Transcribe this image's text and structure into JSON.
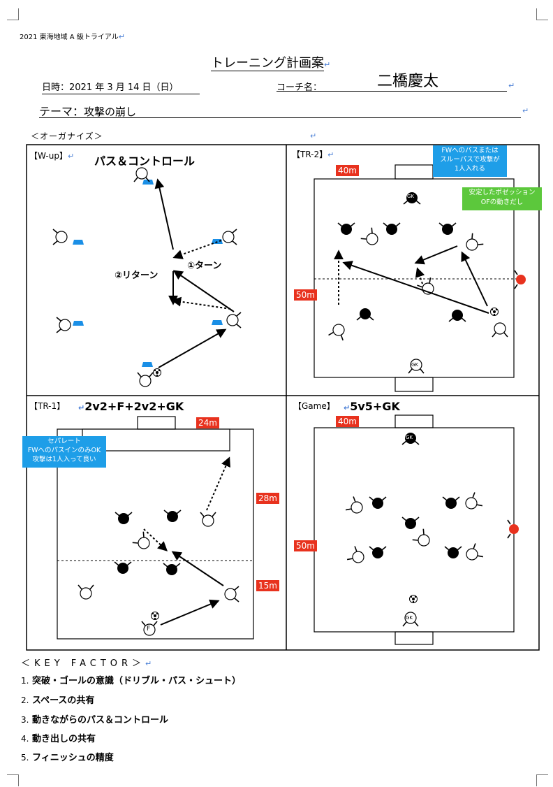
{
  "header_small": "2021 東海地域 A 級トライアル",
  "title": "トレーニング計画案",
  "date_label": "日時：2021 年 3 月 14 日（日）",
  "coach_label": "コーチ名：",
  "coach_name": "二橋慶太",
  "theme_label": "テーマ：",
  "theme_value": "攻撃の崩し",
  "organize_label": "＜オーガナイズ＞",
  "return_mark": "↵",
  "panels": {
    "wup": {
      "tag": "【W-up】",
      "title": "パス＆コントロール",
      "label_return": "②リターン",
      "label_turn": "①ターン"
    },
    "tr2": {
      "tag": "【TR-2】",
      "info_blue": [
        "FWへのパスまたは",
        "スルーパスで攻撃が",
        "1人入れる"
      ],
      "info_green": [
        "安定したポゼッション",
        "OFの動きだし"
      ],
      "dim_width": "40m",
      "dim_height": "50m",
      "gk": "GK"
    },
    "tr1": {
      "tag": "【TR-1】",
      "title": "2v2+F+2v2+GK",
      "info_blue": [
        "セパレート",
        "FWへのパスインのみOK",
        "攻撃は1人入って良い"
      ],
      "dim_width": "24m",
      "dim_height": "28m",
      "dim_lower": "15m",
      "f_label": "F"
    },
    "game": {
      "tag": "【Game】",
      "title": "5v5+GK",
      "dim_width": "40m",
      "dim_height": "50m",
      "gk": "GK"
    }
  },
  "key_factor": {
    "heading": "＜KEY FACTOR＞",
    "items": [
      {
        "num": "1.",
        "text": "突破・ゴールの意識（ドリブル・パス・シュート）"
      },
      {
        "num": "2.",
        "text": "スペースの共有"
      },
      {
        "num": "3.",
        "text": "動きながらのパス＆コントロール"
      },
      {
        "num": "4.",
        "text": "動き出しの共有"
      },
      {
        "num": "5.",
        "text": "フィニッシュの精度"
      }
    ]
  },
  "colors": {
    "red": "#e8321e",
    "blue": "#1e9ee8",
    "green": "#5cc83c",
    "cone": "#1a8fe6"
  }
}
